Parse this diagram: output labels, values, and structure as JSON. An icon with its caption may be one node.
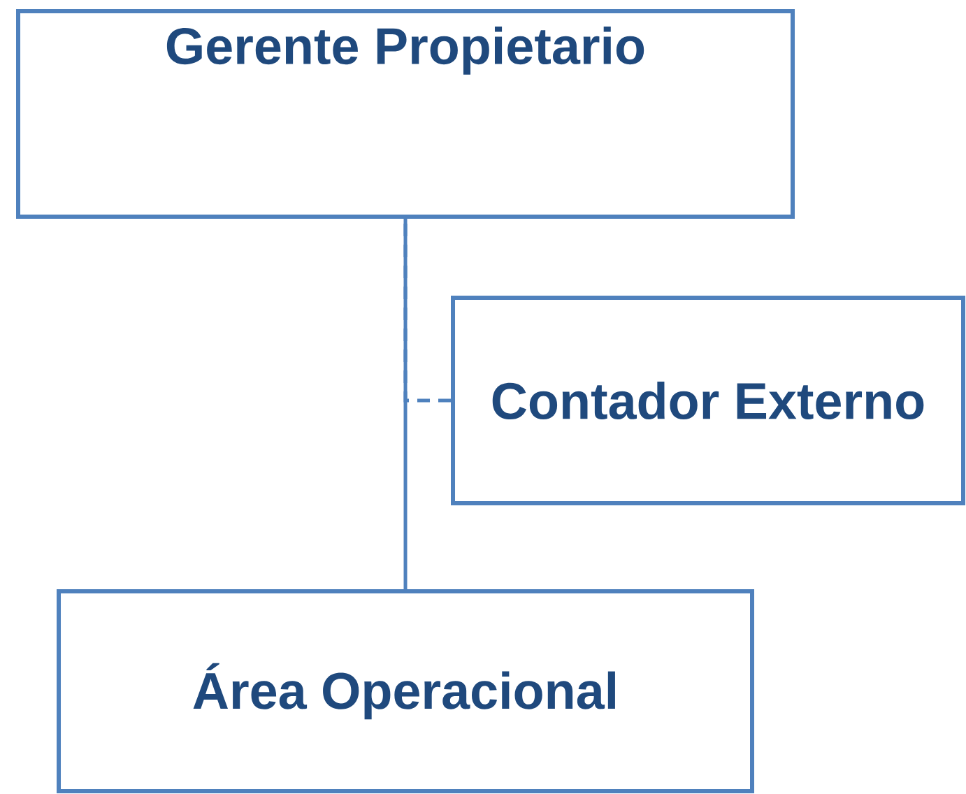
{
  "diagram": {
    "nodes": [
      {
        "text": [
          "Gerente Propietario"
        ]
      },
      {
        "text": [
          "Contador Externo"
        ]
      },
      {
        "text": [
          "Área Operacional"
        ]
      }
    ],
    "edges": [
      {
        "from": 0,
        "to": 2,
        "arrow": "none"
      },
      {
        "from": 1,
        "to": 0,
        "arrow": "none",
        "style": "dashed"
      }
    ]
  }
}
